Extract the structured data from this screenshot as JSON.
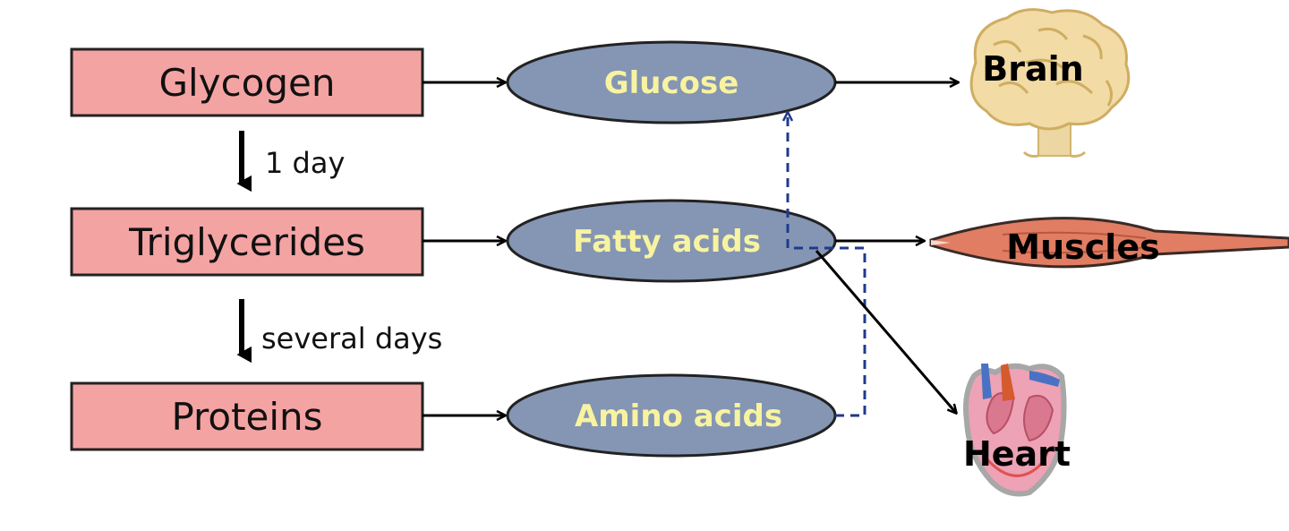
{
  "sources": [
    {
      "label": "Glycogen"
    },
    {
      "label": "Triglycerides"
    },
    {
      "label": "Proteins"
    }
  ],
  "molecules": [
    {
      "label": "Glucose"
    },
    {
      "label": "Fatty acids"
    },
    {
      "label": "Amino acids"
    }
  ],
  "organs": [
    {
      "label": "Brain",
      "icon": "brain-icon"
    },
    {
      "label": "Muscles",
      "icon": "muscle-icon"
    },
    {
      "label": "Heart",
      "icon": "heart-icon"
    }
  ],
  "transitions": [
    {
      "label": "1 day"
    },
    {
      "label": "several days"
    }
  ],
  "colors": {
    "source_fill": "#f4a3a3",
    "molecule_fill": "#8595b4",
    "molecule_text": "#f7f3a0",
    "dashed_arrow": "#1f3a8a"
  }
}
